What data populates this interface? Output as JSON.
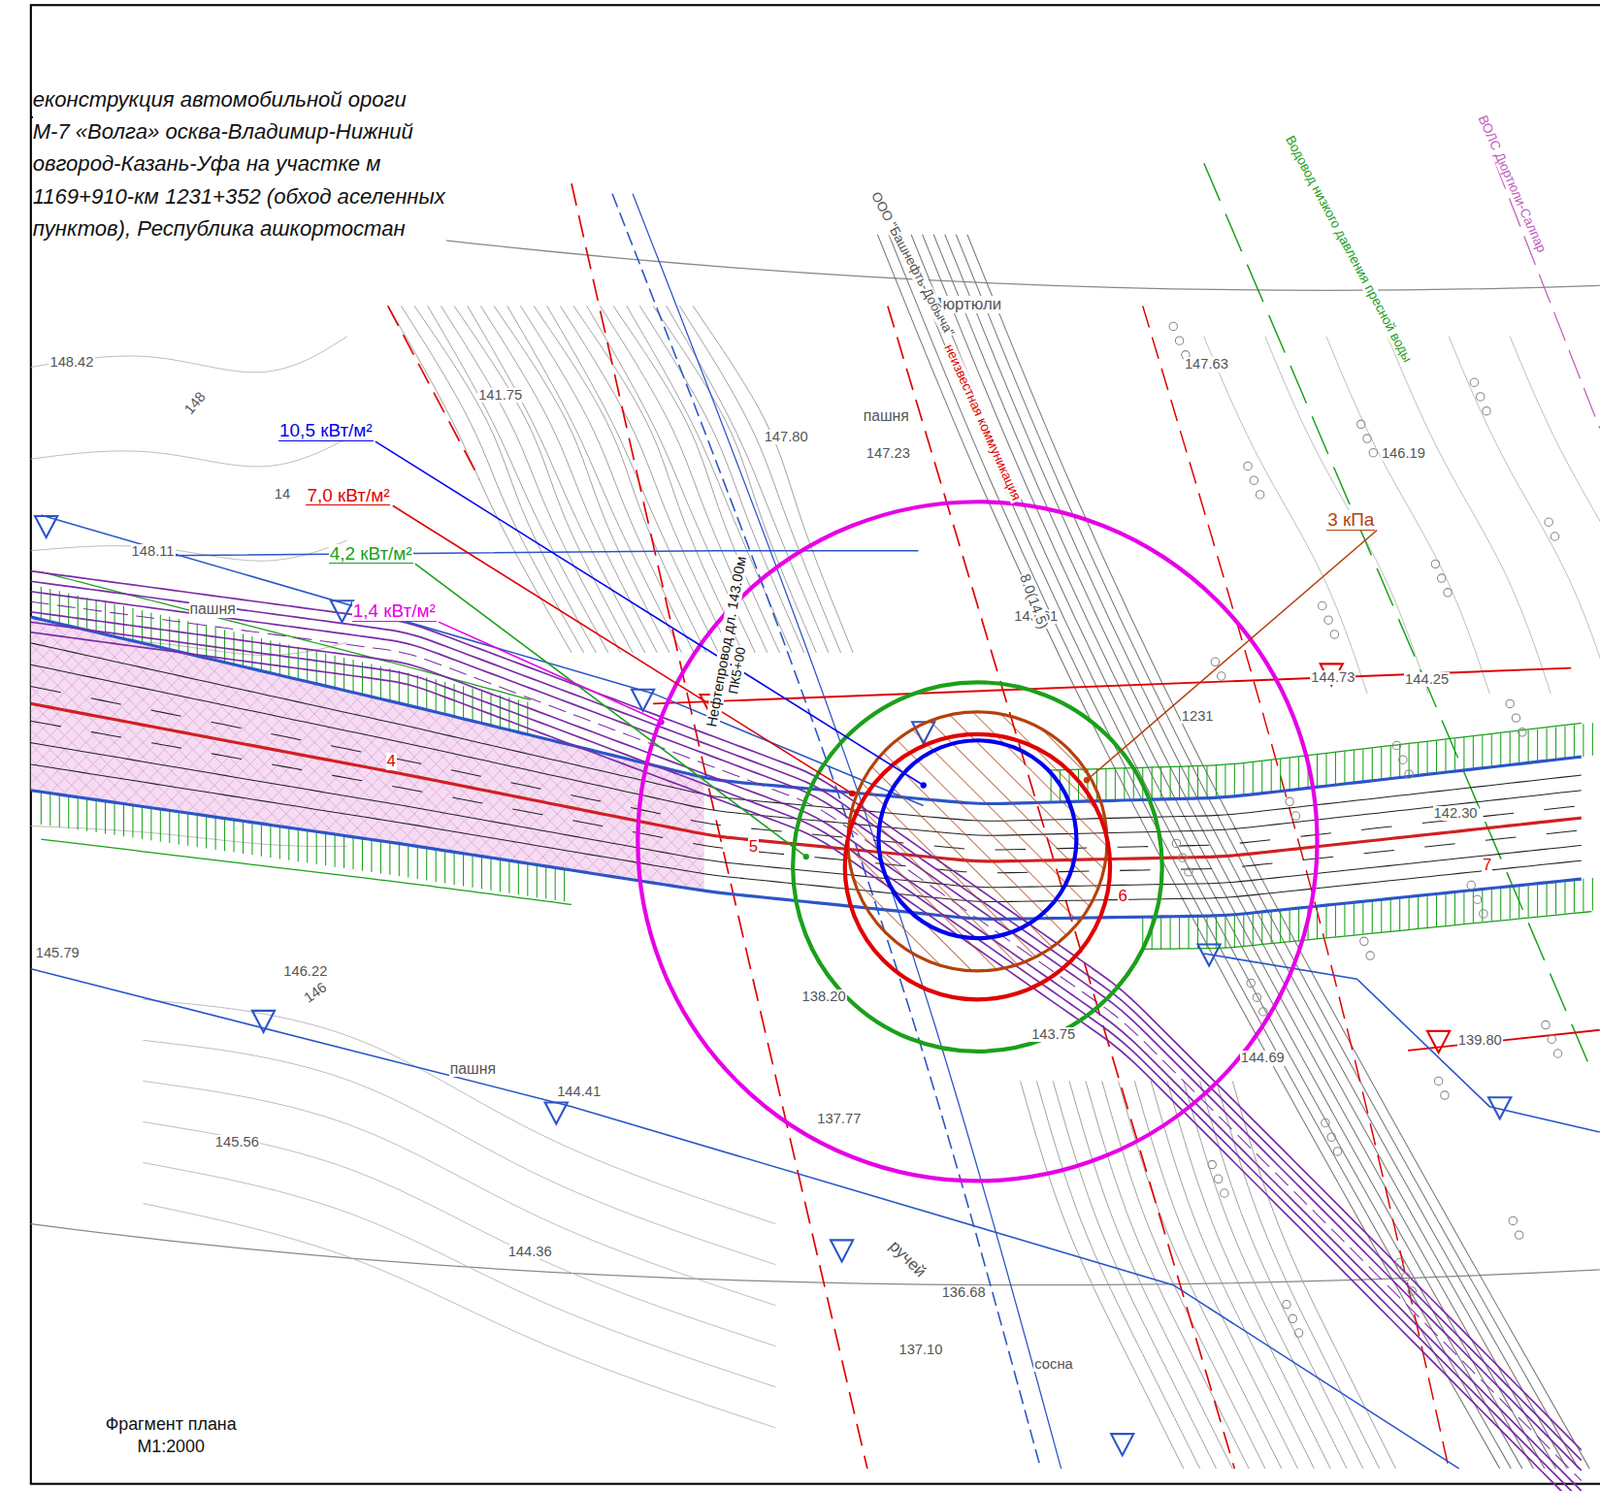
{
  "diagram": {
    "title": "еконструкция автомобильной ороги М-7 «Волга» осква-Владимир-Нижний овгород-Казань-Уфа на участке м 1169+910-км 1231+352 (обход аселенных пунктов), Республика ашкортостан",
    "caption": "Фрагмент плана М1:2000",
    "labels": [
      "10,5 кВт/м²",
      "7,0 кВт/м²",
      "4,2 кВт/м²",
      "1,4 кВт/м²",
      "3 кПа",
      "148.42",
      "148",
      "141.75",
      "14",
      "148.11",
      "пашня",
      "147.80",
      "пашня",
      "147.23",
      "Дюртюли",
      "147.63",
      "146.19",
      "145.61",
      "144.73",
      "144.25",
      "1231",
      "142.30",
      "145.79",
      "146.22",
      "146",
      "пашня",
      "144.41",
      "145.56",
      "138.20",
      "143.75",
      "144.69",
      "137.77",
      "144.36",
      "ручей",
      "136.68",
      "137.10",
      "сосна",
      "139.80",
      "4",
      "5",
      "6",
      "7",
      "Нефтепровод дл. 143.00м",
      "ПК5+00",
      "ООО \"Башнефть-Добыча\"",
      "неизвестная коммуникация",
      "Водовод низкого давления пресной воды",
      "ВОЛС Дюртюли-Салпар",
      "8.0(14.5)"
    ]
  }
}
